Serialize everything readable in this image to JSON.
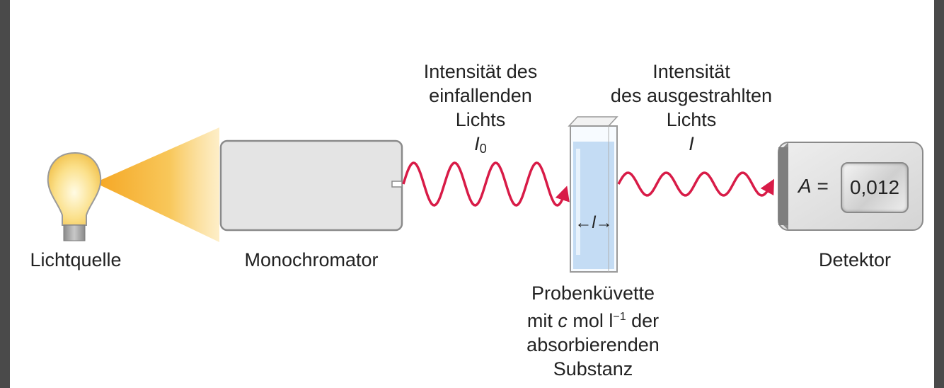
{
  "labels": {
    "light_source": "Lichtquelle",
    "monochromator": "Monochromator",
    "detector": "Detektor"
  },
  "incident_light": {
    "line1": "Intensität des",
    "line2": "einfallenden",
    "line3": "Lichts",
    "symbol": "I",
    "subscript": "0"
  },
  "emitted_light": {
    "line1": "Intensität",
    "line2": "des ausgestrahlten",
    "line3": "Lichts",
    "symbol": "I"
  },
  "cuvette": {
    "path_symbol": "l",
    "line1": "Probenküvette",
    "line2_prefix": "mit ",
    "line2_var": "c",
    "line2_mid": " mol l",
    "line2_sup": "−1",
    "line2_suffix": " der",
    "line3": "absorbierenden",
    "line4": "Substanz"
  },
  "detector": {
    "absorbance_symbol": "A",
    "equals": " =",
    "reading": "0,012"
  },
  "colors": {
    "wave": "#d81b47",
    "beam": "#f7b733",
    "bulb": "#f9d66b",
    "liquid": "#c4dcf4",
    "housing": "#e6e6e6"
  }
}
